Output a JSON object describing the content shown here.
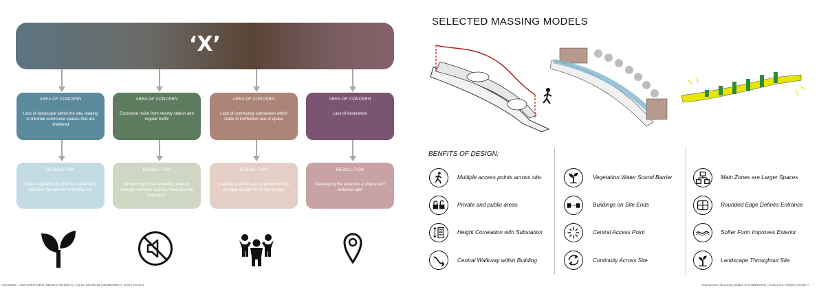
{
  "banner": {
    "title": "‘X’"
  },
  "concerns": [
    {
      "title": "AREA OF CONCERN",
      "text": "Lack of landscape within the site, leading to minimal communal spaces that are sheltered",
      "color": "#5b8a9d"
    },
    {
      "title": "AREA OF CONCERN",
      "text": "Excessive noise from nearby station and regular traffic",
      "color": "#5d7c5e"
    },
    {
      "title": "AREA OF CONCERN",
      "text": "Lack of community connection which leads to ineffective use of space",
      "color": "#ad8578"
    },
    {
      "title": "AREA OF CONCERN",
      "text": "Lack of destination",
      "color": "#7a5470"
    }
  ],
  "resolutions": [
    {
      "title": "RESOLUTION",
      "text": "More vegetation to provide shelter and enhance the area for everyday use",
      "color": "#c2dbe3"
    },
    {
      "title": "RESOLUTION",
      "text": "Introducing noise cancelling aspects through elements such as materials and vegetation",
      "color": "#cfd6c3"
    },
    {
      "title": "RESOLUTION",
      "text": "Creating activities and experiences that are appropriate for all age groups",
      "color": "#e3cfc6"
    },
    {
      "title": "RESOLUTION",
      "text": "Developing the area into a unique and inclusive spot",
      "color": "#c9a2a6"
    }
  ],
  "bottom_icons": [
    "sprout-icon",
    "muted-speaker-icon",
    "people-group-icon",
    "location-pin-icon"
  ],
  "footer_left": "ARC30002 - ARCHITECTURAL DESIGN STUDIO 5 | YALDA SOURANI | SEMESTER 2, 2022 | PAGE 6",
  "footer_right": "AISHWARYA BHASIN | EMMA RUTHERFORD | SUNALIKA VERMA | PAGE 7",
  "massing": {
    "title": "SELECTED MASSING MODELS"
  },
  "benefits": {
    "title": "BENFITS OF DESIGN:",
    "columns": [
      [
        {
          "icon": "runner-icon",
          "label": "Multiple access points across site."
        },
        {
          "icon": "locks-icon",
          "label": "Private and public areas"
        },
        {
          "icon": "height-building-icon",
          "label": "Height Correlation with Substation"
        },
        {
          "icon": "curved-arrow-icon",
          "label": "Central Walkway within Building"
        }
      ],
      [
        {
          "icon": "plant-icon",
          "label": "Vegetation Water Sound Barrier"
        },
        {
          "icon": "building-ends-icon",
          "label": "Buildings on Site Ends"
        },
        {
          "icon": "burst-icon",
          "label": "Central Access Point"
        },
        {
          "icon": "cycle-arrows-icon",
          "label": "Continuity Across Site"
        }
      ],
      [
        {
          "icon": "hierarchy-icon",
          "label": "Main Zones are Larger Spaces"
        },
        {
          "icon": "rounded-edge-icon",
          "label": "Rounded Edge Defines Entrance"
        },
        {
          "icon": "soft-form-icon",
          "label": "Softer Form Improves Exterior"
        },
        {
          "icon": "tree-icon",
          "label": "Landscape Throughout Site"
        }
      ]
    ]
  }
}
